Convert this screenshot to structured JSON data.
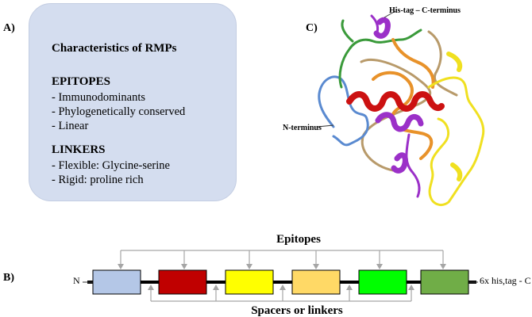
{
  "panel_a": {
    "letter": "A)",
    "title": "Characteristics of RMPs",
    "sections": [
      {
        "heading": "EPITOPES",
        "items": [
          "- Immunodominants",
          "- Phylogenetically conserved",
          "- Linear"
        ]
      },
      {
        "heading": "LINKERS",
        "items": [
          "- Flexible: Glycine-serine",
          "- Rigid: proline rich"
        ]
      }
    ]
  },
  "panel_c": {
    "letter": "C)",
    "c_terminus_label": "His-tag – C-terminus",
    "n_terminus_label": "N-terminus",
    "ribbon_colors": [
      "#cc1111",
      "#9b30c8",
      "#f0e020",
      "#e8922a",
      "#3a9a3a",
      "#5a8ad0",
      "#b89a6a"
    ]
  },
  "panel_b": {
    "letter": "B)",
    "epitopes_label": "Epitopes",
    "linkers_label": "Spacers or linkers",
    "n_label": "N",
    "c_label": "6x his,tag - C",
    "segment_colors": [
      "#b4c7e7",
      "#c00000",
      "#ffff00",
      "#ffd966",
      "#00ff00",
      "#70ad47"
    ]
  }
}
